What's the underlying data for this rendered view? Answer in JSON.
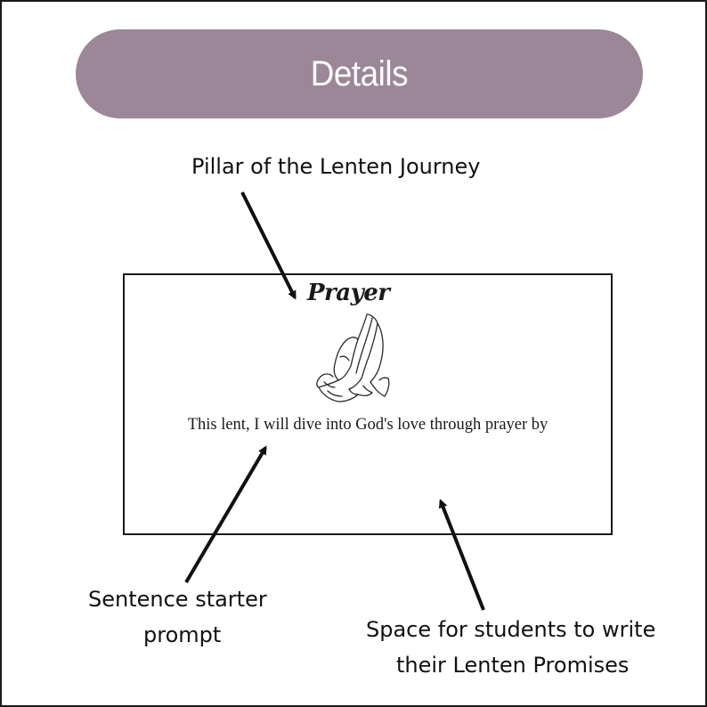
{
  "header": {
    "title": "Details"
  },
  "callouts": {
    "pillar": "Pillar of the Lenten Journey",
    "sentence_starter": [
      "Sentence starter",
      "prompt"
    ],
    "write_space": [
      "Space for students to write",
      "their Lenten Promises"
    ]
  },
  "card": {
    "title": "Prayer",
    "illustration": "praying-hands-icon",
    "prompt": "This lent, I will dive into God's love through prayer by"
  },
  "colors": {
    "header_fill": "#9b8797",
    "header_text": "#ffffff",
    "ink": "#111111"
  }
}
